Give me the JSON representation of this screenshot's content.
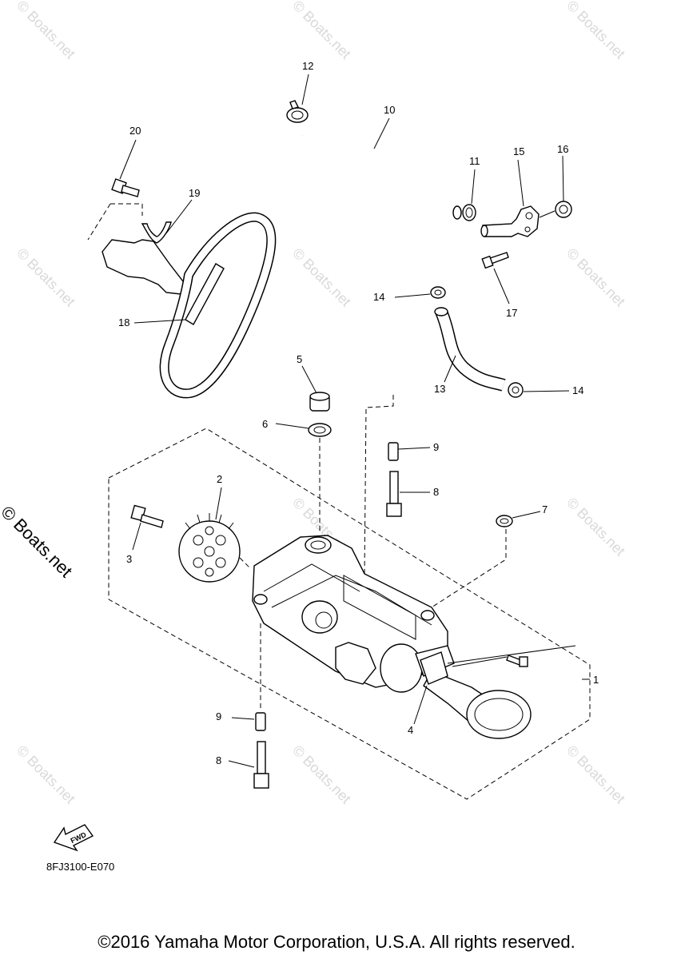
{
  "watermark": "© Boats.net",
  "side_watermark": "© Boats.net",
  "callouts": {
    "c1": "1",
    "c2": "2",
    "c3": "3",
    "c4": "4",
    "c5": "5",
    "c6": "6",
    "c7": "7",
    "c8a": "8",
    "c8b": "8",
    "c9a": "9",
    "c9b": "9",
    "c10": "10",
    "c11": "11",
    "c12": "12",
    "c13": "13",
    "c14a": "14",
    "c14b": "14",
    "c15": "15",
    "c16": "16",
    "c17": "17",
    "c18": "18",
    "c19": "19",
    "c20": "20"
  },
  "fwd_label": "FWD",
  "diagram_code": "8FJ3100-E070",
  "copyright": "©2016 Yamaha Motor Corporation, U.S.A. All rights reserved."
}
